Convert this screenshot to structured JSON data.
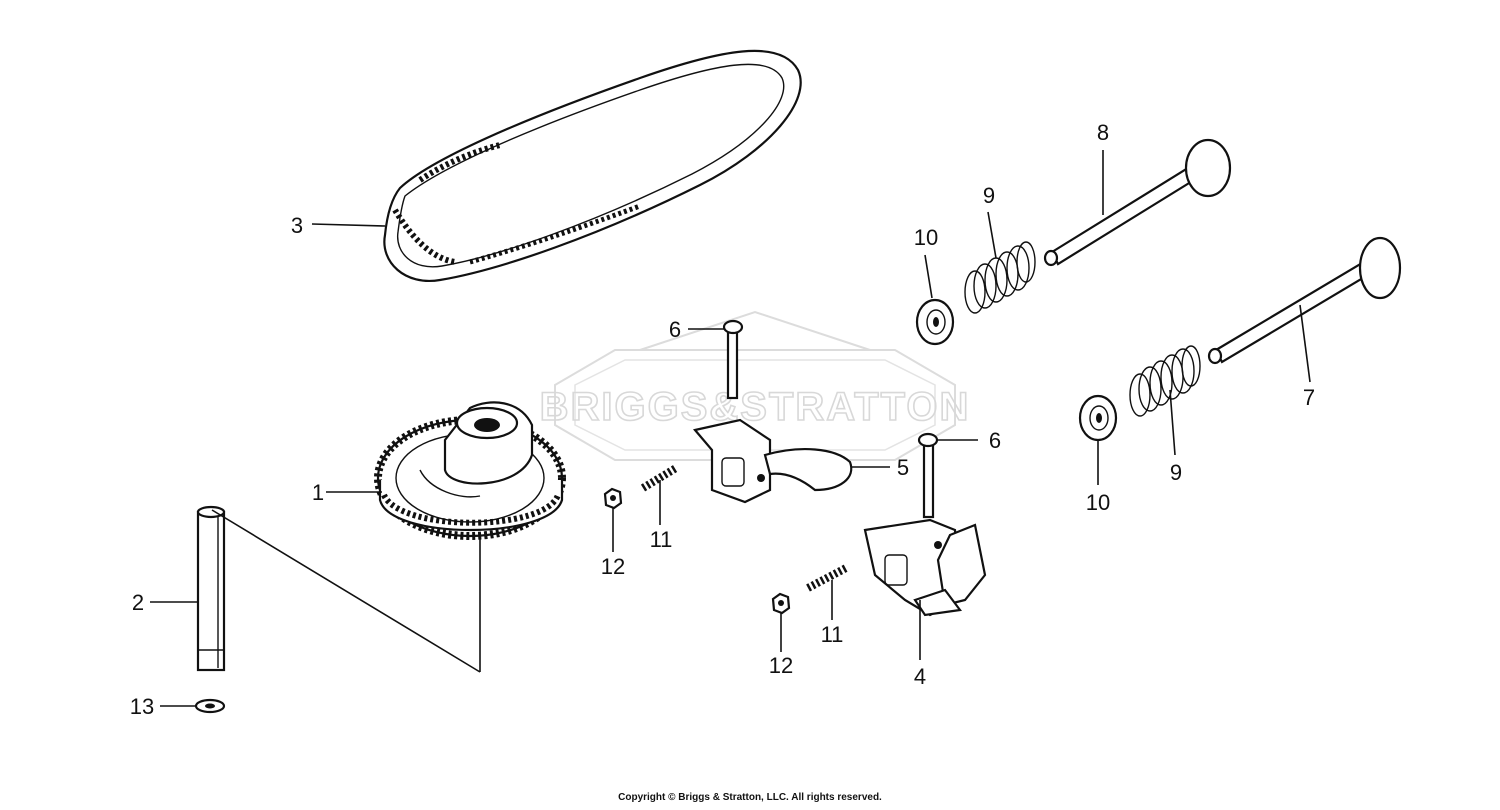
{
  "watermark": {
    "text": "BRIGGS&STRATTON"
  },
  "callouts": {
    "c1": "1",
    "c2": "2",
    "c3": "3",
    "c4": "4",
    "c5": "5",
    "c6a": "6",
    "c6b": "6",
    "c7": "7",
    "c8": "8",
    "c9a": "9",
    "c9b": "9",
    "c10a": "10",
    "c10b": "10",
    "c11a": "11",
    "c11b": "11",
    "c12a": "12",
    "c12b": "12",
    "c13": "13"
  },
  "footer": {
    "copyright": "Copyright © Briggs & Stratton, LLC. All rights reserved."
  }
}
